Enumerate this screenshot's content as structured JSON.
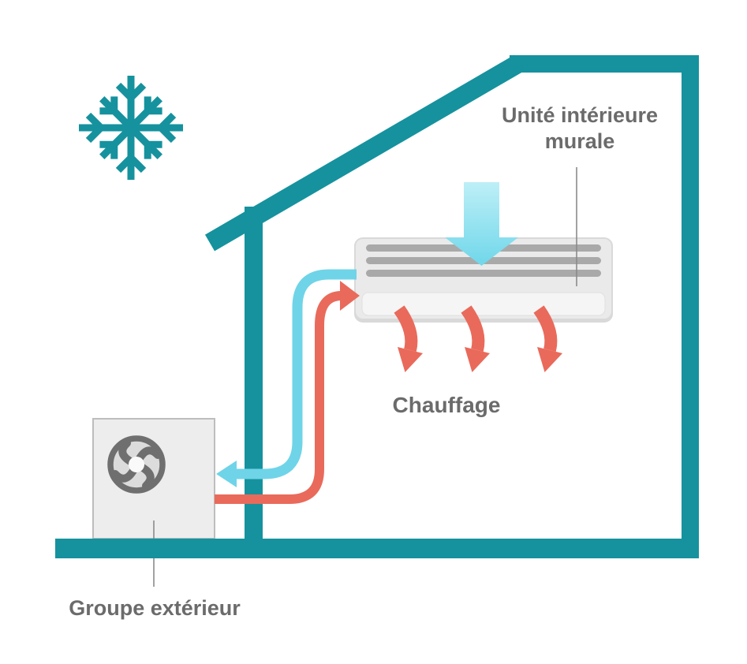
{
  "diagram": {
    "labels": {
      "indoor_unit": "Unité intérieure murale",
      "heating": "Chauffage",
      "outdoor_unit": "Groupe extérieur"
    },
    "icons": [
      "snowflake-icon",
      "fan-icon",
      "airflow-down-arrow",
      "heating-arrow",
      "cold-line-arrow",
      "hot-line-arrow"
    ],
    "colors": {
      "background": "#FFFFFF",
      "teal": "#15929E",
      "pipe_blue": "#6FD4E8",
      "airflow_blue_top": "#BEEFF7",
      "airflow_blue_bottom": "#6FD7EA",
      "red": "#E96A5B",
      "text_gray": "#6B6B6B",
      "unit_body_gray": "#EAEAEA",
      "unit_flap_gray": "#F5F5F5",
      "unit_slat_gray": "#A9A9A9",
      "fan_gray": "#6F6F6F",
      "fan_inner_gray": "#DCDCDC",
      "leader_line_gray": "#8A8A8A"
    }
  }
}
